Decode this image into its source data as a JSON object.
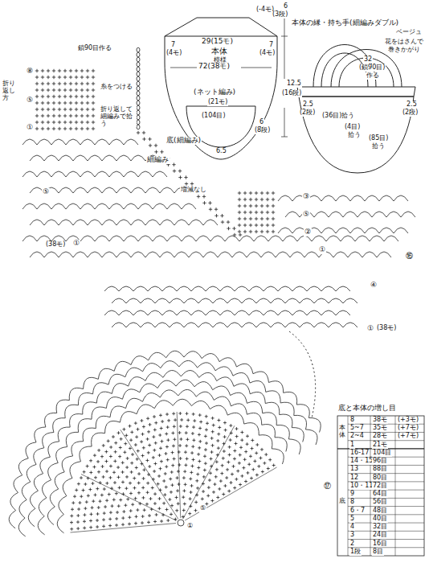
{
  "diagram": {
    "labels": [
      "(-4モ)",
      "6",
      "(3段)",
      "29(15モ)",
      "7",
      "(4モ)",
      "本体",
      "模様",
      "7",
      "(4モ)",
      "72(38モ)",
      "12.5",
      "(16段)",
      "(ネット編み)",
      "(21モ)",
      "(104目)",
      "6",
      "(8段)",
      "底(細編み)",
      "6.5",
      "本体の縁・持ち手(細編みダブル)",
      "ベージュ",
      "32",
      "(鎖90目)",
      "作る",
      "花をはさんで",
      "巻きかがり",
      "(36目)拾う",
      "(4目)",
      "拾う",
      "(85目)",
      "拾う",
      "2.5",
      "(2段)",
      "2.5",
      "(2段)",
      "鎖90目作る",
      "⑧",
      "折り返し方",
      "⑤",
      "①",
      "糸をつける",
      "折り返して細編みで拾う",
      "細編み",
      "増減なし",
      "⑤",
      "(38モ)",
      "①",
      "③",
      "⑤",
      "②",
      "①",
      "⑯",
      "④",
      "①",
      "(38モ)",
      "⑰",
      "⑤",
      "①",
      "底と本体の増し目",
      "本体",
      "8",
      "38モ",
      "(+3モ)",
      "5~7",
      "35モ",
      "(+7モ)",
      "2~4",
      "28モ",
      "(+7モ)",
      "1",
      "21モ",
      "底",
      "16-17",
      "104目",
      "14・15",
      "96目",
      "13",
      "88目",
      "12",
      "80目",
      "10・11",
      "72目",
      "9",
      "64目",
      "8",
      "56目",
      "6・7",
      "48目",
      "5",
      "40目",
      "4",
      "32目",
      "3",
      "24目",
      "2",
      "16目",
      "1段",
      "8目"
    ]
  }
}
